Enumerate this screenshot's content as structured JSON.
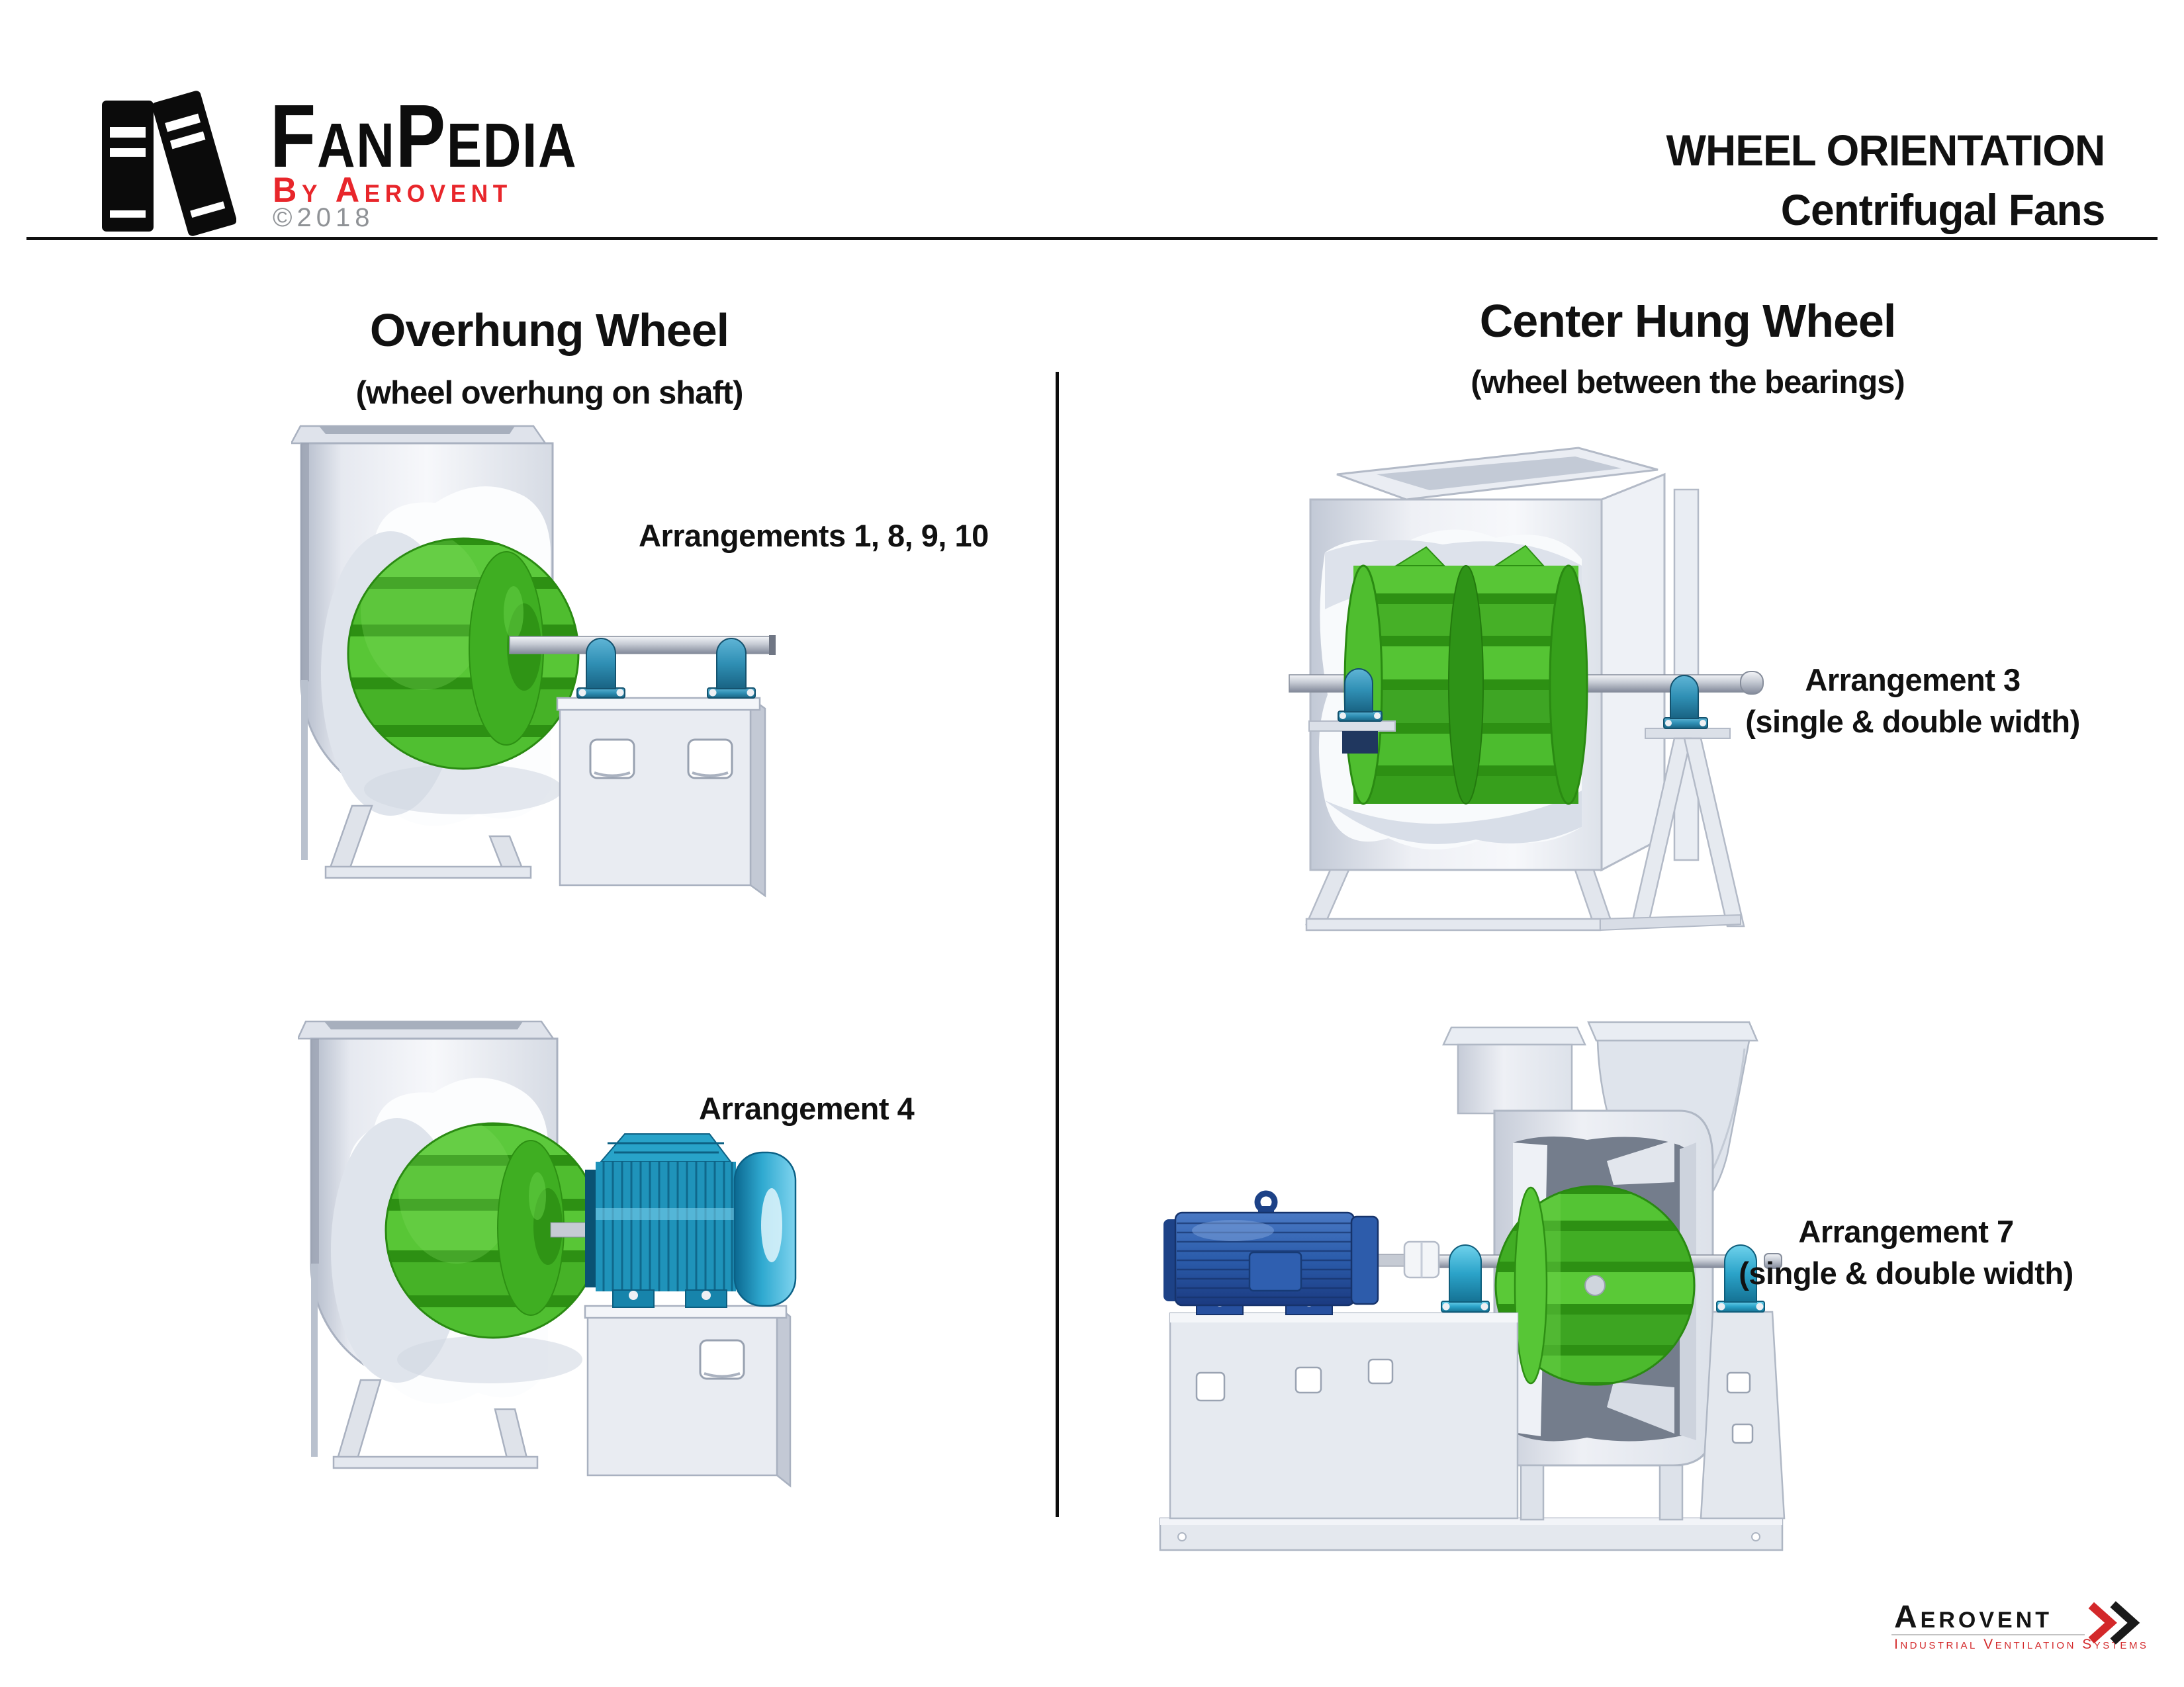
{
  "header": {
    "logo": {
      "title": "FanPedia",
      "subtitle": "By Aerovent",
      "copyright": "©2018",
      "icon": "books-icon"
    },
    "title_line1": "WHEEL ORIENTATION",
    "title_line2": "Centrifugal Fans"
  },
  "columns": {
    "left": {
      "title": "Overhung Wheel",
      "subtitle": "(wheel overhung on shaft)",
      "figures": [
        {
          "id": "arrangements-1-8-9-10",
          "lines": [
            "Arrangements 1, 8, 9, 10"
          ],
          "illustration": "overhung-fan-shaft-with-two-pillow-block-bearings"
        },
        {
          "id": "arrangement-4",
          "lines": [
            "Arrangement 4"
          ],
          "illustration": "overhung-fan-with-direct-mounted-cyan-motor"
        }
      ]
    },
    "right": {
      "title": "Center Hung Wheel",
      "subtitle": "(wheel between the bearings)",
      "figures": [
        {
          "id": "arrangement-3",
          "lines": [
            "Arrangement 3",
            "(single & double width)"
          ],
          "illustration": "center-hung-double-width-fan-bearings-both-sides"
        },
        {
          "id": "arrangement-7",
          "lines": [
            "Arrangement 7",
            "(single & double width)"
          ],
          "illustration": "center-hung-fan-with-coupled-blue-motor-on-common-base"
        }
      ]
    }
  },
  "footer": {
    "brand": "Aerovent",
    "tagline": "Industrial Ventilation Systems",
    "icon": "double-chevron-icon"
  },
  "colors": {
    "wheel_green": "#44b125",
    "bearing_teal": "#2f8fb4",
    "motor_cyan": "#1f93ba",
    "motor_blue": "#2b5cab",
    "housing_gray": "#e8ebf1",
    "brand_red": "#e8262b",
    "footer_red": "#d3282a",
    "copyright_gray": "#8f9296",
    "text_black": "#111111"
  }
}
